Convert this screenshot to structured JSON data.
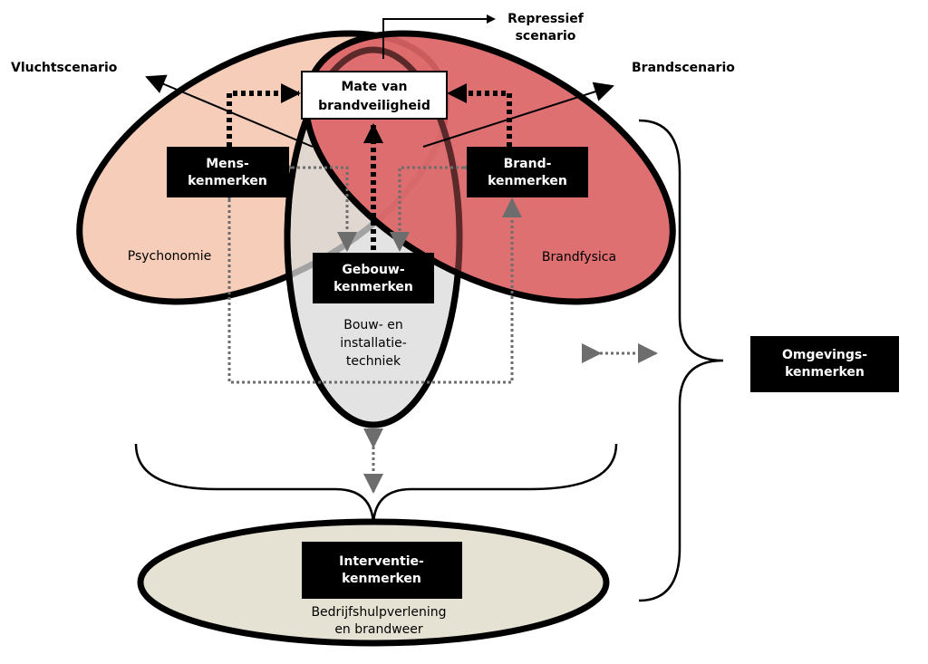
{
  "scenarios": {
    "repressief": [
      "Repressief",
      "scenario"
    ],
    "vlucht": "Vluchtscenario",
    "brand": "Brandscenario"
  },
  "center_box": [
    "Mate van",
    "brandveiligheid"
  ],
  "boxes": {
    "mens": [
      "Mens-",
      "kenmerken"
    ],
    "brand": [
      "Brand-",
      "kenmerken"
    ],
    "gebouw": [
      "Gebouw-",
      "kenmerken"
    ],
    "interventie": [
      "Interventie-",
      "kenmerken"
    ],
    "omgeving": [
      "Omgevings-",
      "kenmerken"
    ]
  },
  "domains": {
    "psychonomie": "Psychonomie",
    "brandfysica": "Brandfysica",
    "bouw": [
      "Bouw- en",
      "installatie-",
      "techniek"
    ],
    "interventie": [
      "Bedrijfshulpverlening",
      "en brandweer"
    ]
  },
  "colors": {
    "psychonomie_fill": "#f6cdb9",
    "brandfysica_fill": "#dc6466",
    "bouw_fill": "#d9d9d9",
    "interventie_fill": "#e6e2d3",
    "box_fill": "#000000",
    "arrow_gray": "#6d6d6d"
  }
}
